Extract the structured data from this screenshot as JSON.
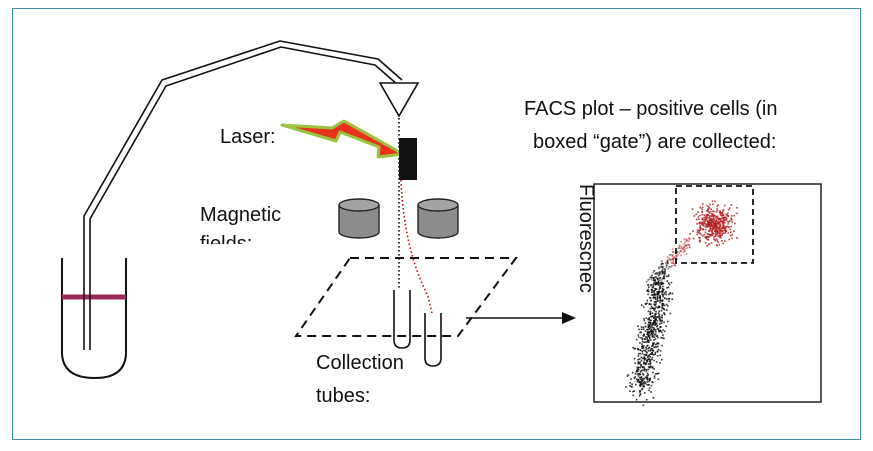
{
  "labels": {
    "laser": "Laser:",
    "magnetic_line1": "Magnetic",
    "magnetic_line2": "fields:",
    "collection_line1": "Collection",
    "collection_line2": "tubes:",
    "facs_line1": "FACS plot – positive cells (in",
    "facs_line2": "boxed “gate”) are collected:",
    "y_axis": "Fluorescnec"
  },
  "colors": {
    "frame": "#3d8fa8",
    "laser_fill": "#e8321e",
    "laser_edge": "#9ac23c",
    "sample_band": "#9b2a5a",
    "magnet_fill": "#8c8c8c",
    "positive_cells": "#b22222",
    "negative_cells": "#111111",
    "deflected_stream": "#cc1111"
  }
}
